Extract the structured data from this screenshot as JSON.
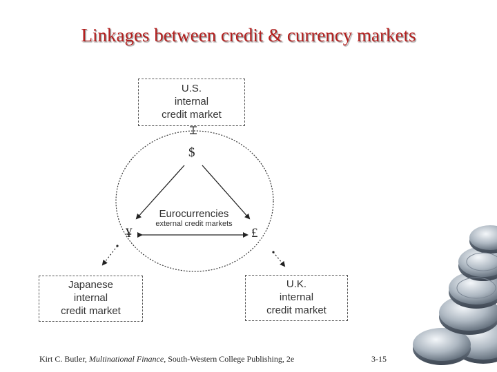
{
  "title": "Linkages between credit & currency markets",
  "boxes": {
    "us": {
      "line1": "U.S.",
      "line2": "internal",
      "line3": "credit market"
    },
    "japan": {
      "line1": "Japanese",
      "line2": "internal",
      "line3": "credit market"
    },
    "uk": {
      "line1": "U.K.",
      "line2": "internal",
      "line3": "credit market"
    }
  },
  "currencies": {
    "dollar": "$",
    "yen": "¥",
    "pound": "£"
  },
  "eurocurrencies": {
    "label": "Eurocurrencies",
    "sublabel": "external credit markets"
  },
  "footer": {
    "author": "Kirt C. Butler,",
    "book": "Multinational Finance",
    "publisher": ", South-Western College Publishing, 2e",
    "page": "3-15"
  },
  "icons": [
    "coins-stack-icon"
  ]
}
